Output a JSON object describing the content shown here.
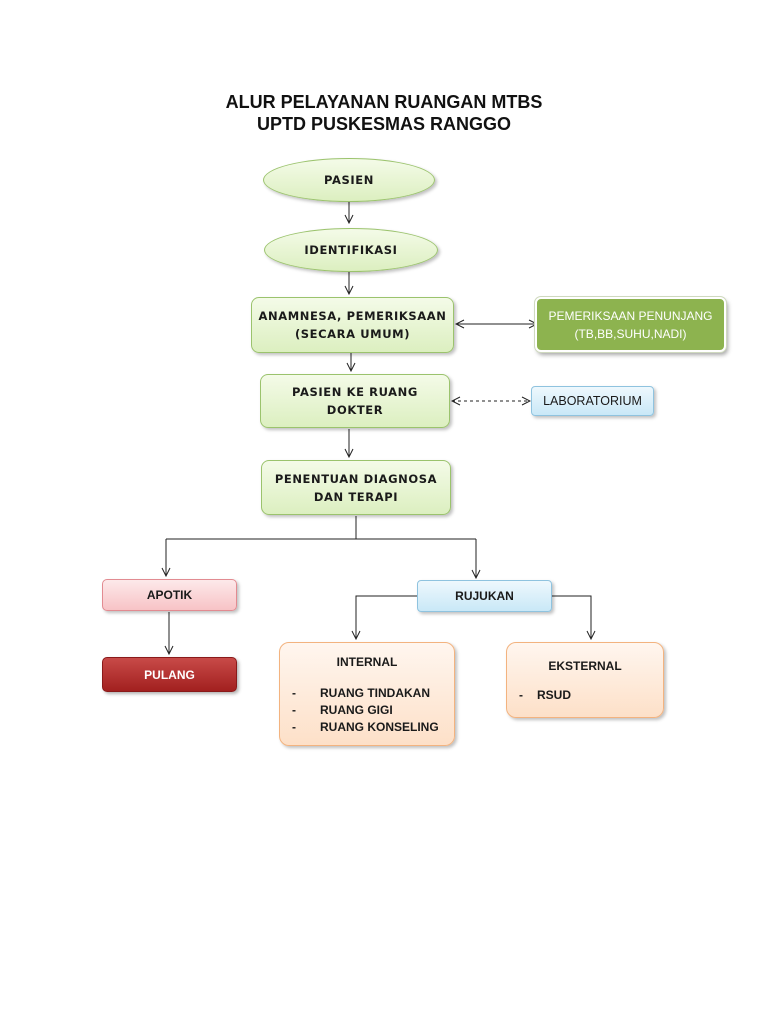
{
  "title": {
    "line1": "ALUR PELAYANAN RUANGAN MTBS",
    "line2": "UPTD PUSKESMAS RANGGO"
  },
  "nodes": {
    "pasien": "PASIEN",
    "identifikasi": "IDENTIFIKASI",
    "anamnesa": {
      "line1": "ANAMNESA, PEMERIKSAAN",
      "line2": "(SECARA UMUM)"
    },
    "penunjang": {
      "line1": "PEMERIKSAAN PENUNJANG",
      "line2": "(TB,BB,SUHU,NADI)"
    },
    "ruang_dokter": {
      "line1": "PASIEN KE RUANG",
      "line2": "DOKTER"
    },
    "laboratorium": "LABORATORIUM",
    "diagnosa": {
      "line1": "PENENTUAN DIAGNOSA",
      "line2": "DAN TERAPI"
    },
    "apotik": "APOTIK",
    "rujukan": "RUJUKAN",
    "pulang": "PULANG",
    "internal": {
      "title": "INTERNAL",
      "items": [
        "RUANG TINDAKAN",
        "RUANG GIGI",
        "RUANG KONSELING"
      ]
    },
    "eksternal": {
      "title": "EKSTERNAL",
      "items": [
        "RSUD"
      ]
    }
  },
  "colors": {
    "green_border": "#9bc36d",
    "green_dark": "#8db34f",
    "blue_border": "#8fc3df",
    "pink_border": "#e28b91",
    "red": "#a2201f",
    "peach_border": "#f3b37f"
  }
}
